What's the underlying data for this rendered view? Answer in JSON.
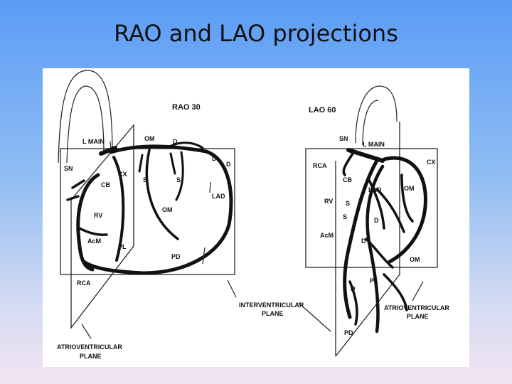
{
  "title": "RAO and LAO projections",
  "rao": {
    "view": "RAO 30",
    "labels": {
      "l_main": "L MAIN",
      "om_top": "OM",
      "d_top": "D",
      "d_right1": "D",
      "d_right2": "D",
      "sn": "SN",
      "cx": "CX",
      "cb": "CB",
      "s1": "S",
      "s2": "S",
      "lad": "LAD",
      "om_mid": "OM",
      "rv": "RV",
      "acm": "AcM",
      "pl": "PL",
      "pd": "PD",
      "rca": "RCA"
    }
  },
  "lao": {
    "view": "LAO 60",
    "labels": {
      "sn": "SN",
      "l_main": "L MAIN",
      "rca": "RCA",
      "cx": "CX",
      "cb": "CB",
      "lad": "LAD",
      "om_right": "OM",
      "rv": "RV",
      "s1": "S",
      "s2": "S",
      "d_mid": "D",
      "acm": "AcM",
      "d_low": "D",
      "om_low": "OM",
      "pl": "PL",
      "d_bottom": "D",
      "pd": "PD"
    }
  },
  "planes": {
    "interventricular_1": "INTERVENTRICULAR",
    "interventricular_2": "PLANE",
    "atrioventricular_right_1": "ATRIOVENTRICULAR",
    "atrioventricular_right_2": "PLANE",
    "atrioventricular_left_1": "ATRIOVENTRICULAR",
    "atrioventricular_left_2": "PLANE"
  }
}
